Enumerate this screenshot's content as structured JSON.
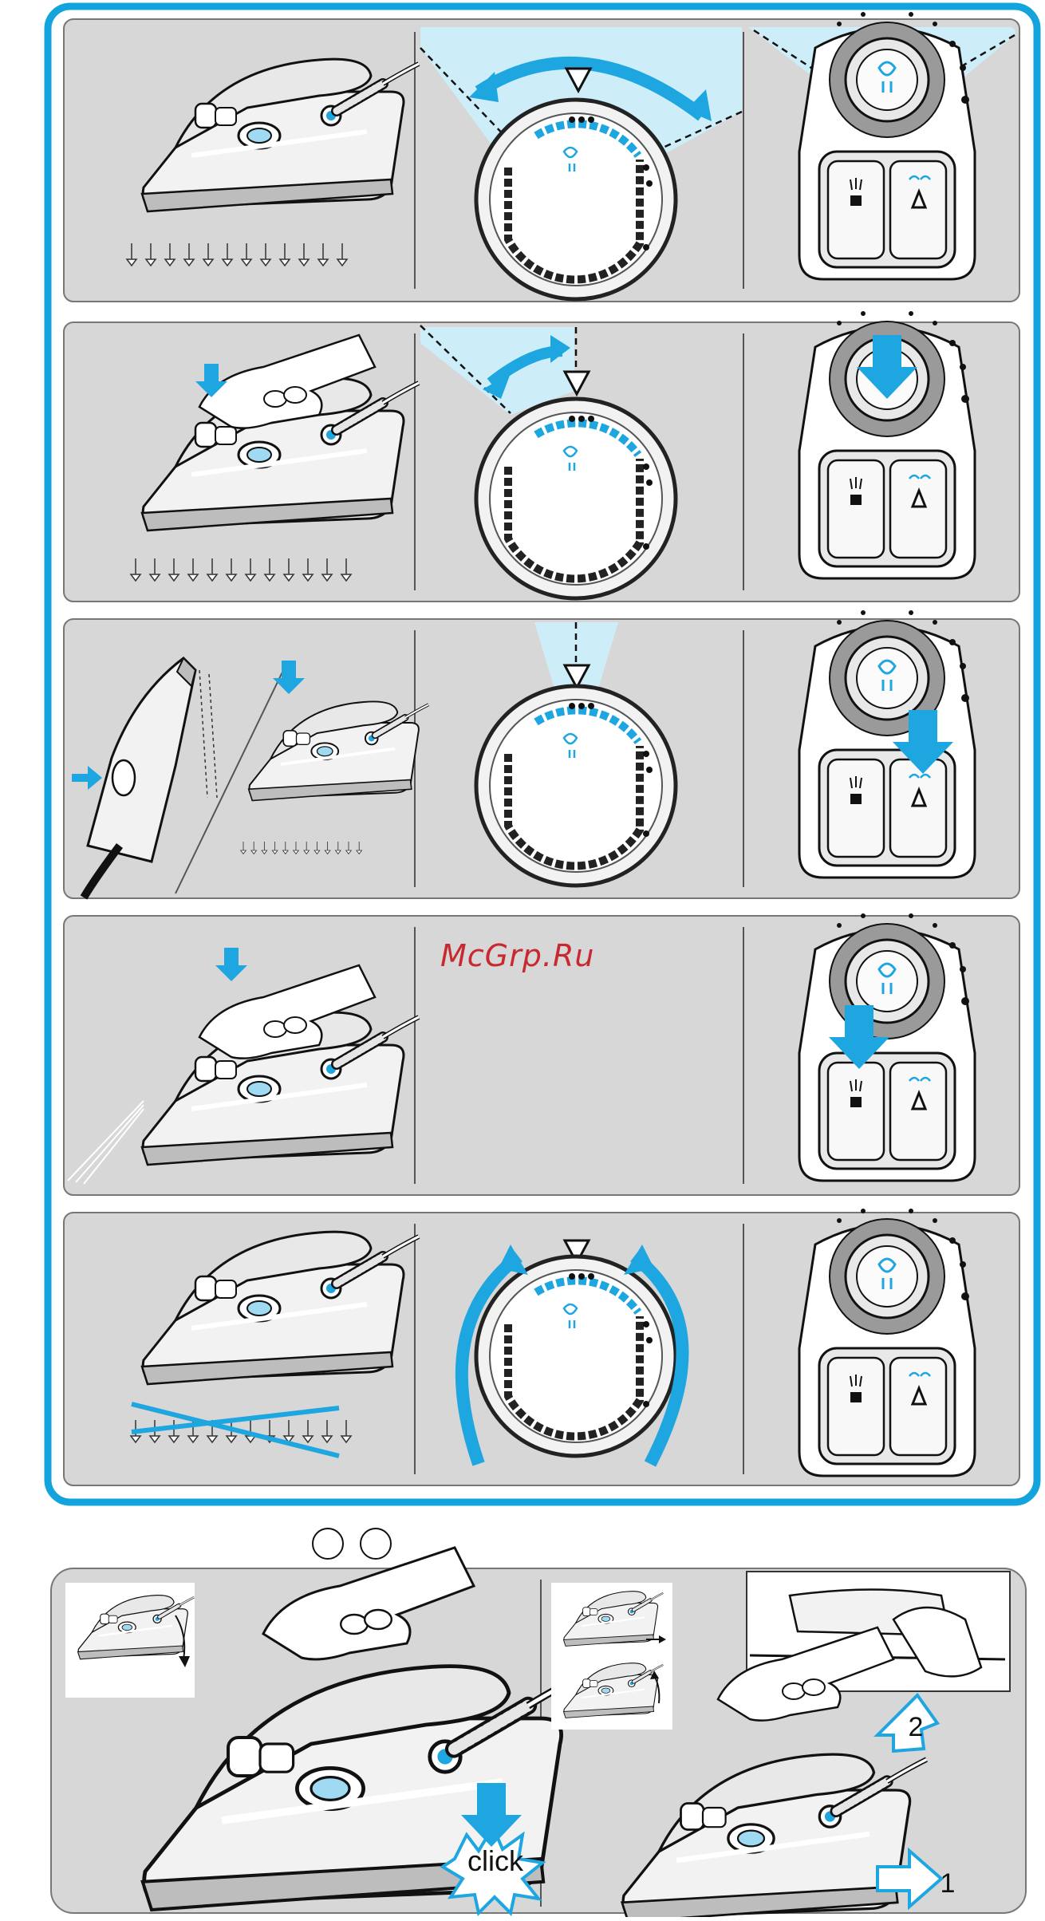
{
  "watermark": "McGrp.Ru",
  "click_label": "click",
  "step_labels": [
    "1",
    "2"
  ],
  "colors": {
    "frame_blue": "#13a3dd",
    "panel_gray": "#d7d7d7",
    "light_blue": "#cdeef8",
    "accent_blue": "#1ea6e0"
  }
}
